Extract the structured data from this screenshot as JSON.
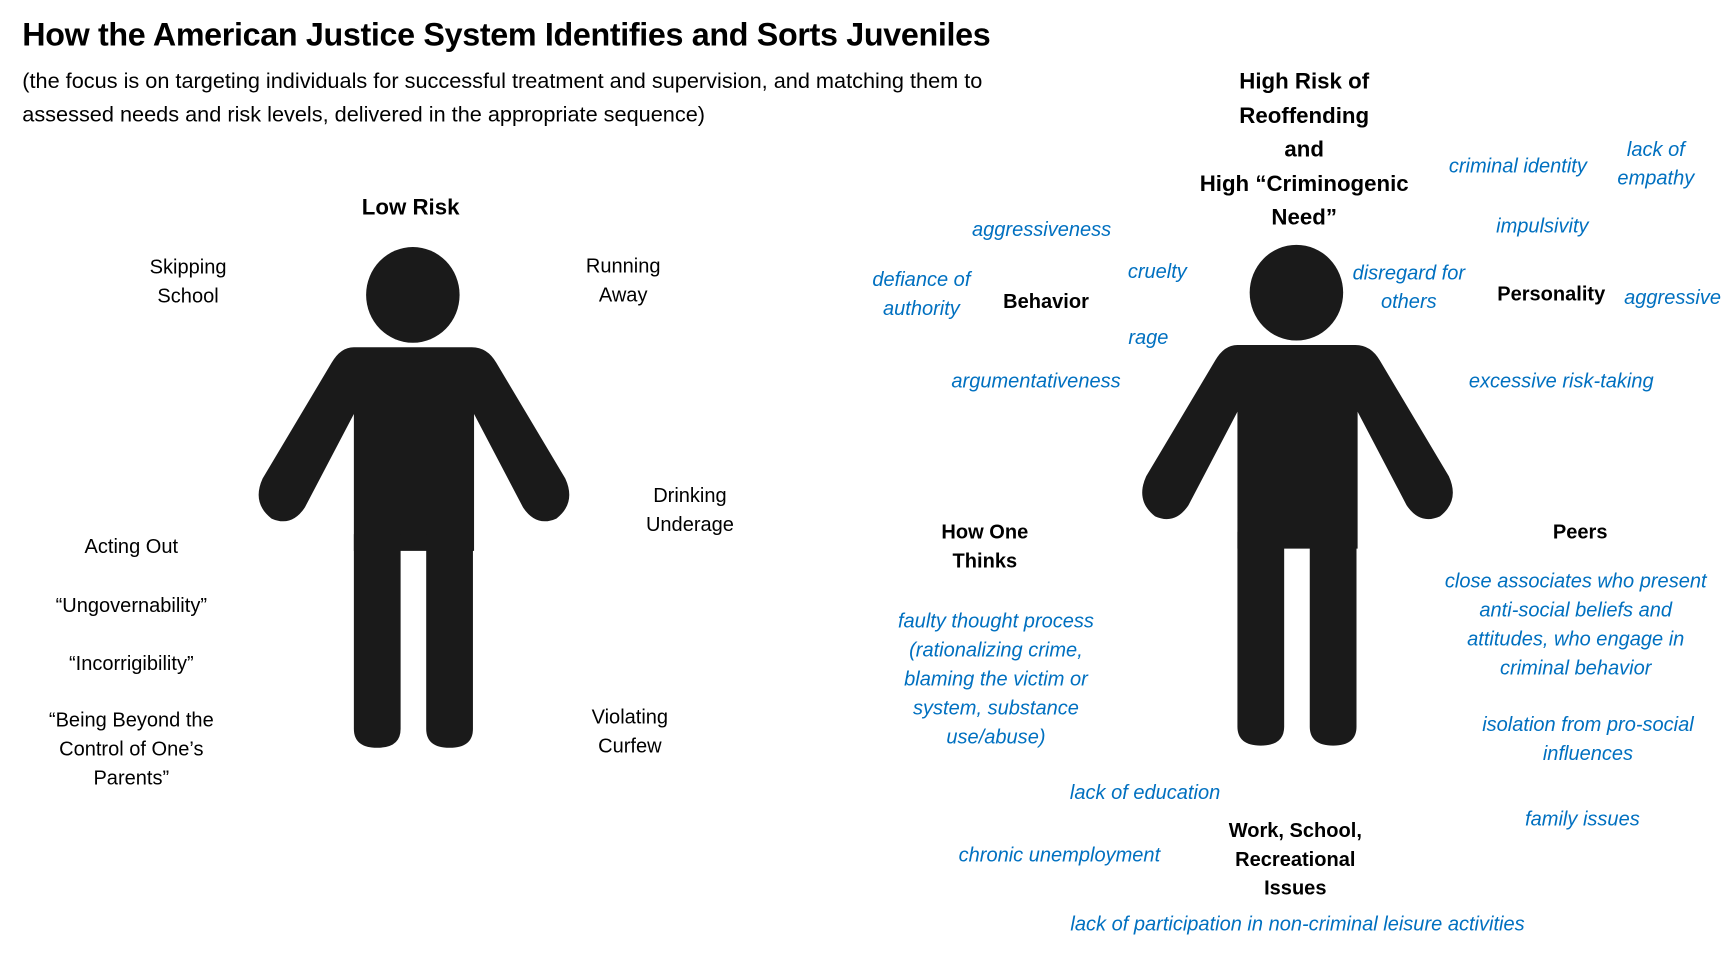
{
  "title": "How the American Justice System Identifies and Sorts Juveniles",
  "subtitle": "(the focus is on targeting individuals for successful treatment and supervision, and matching them to\nassessed needs and risk levels, delivered in the appropriate sequence)",
  "colors": {
    "text": "#000000",
    "accent": "#0070C0",
    "figure": "#1a1a1a"
  },
  "low_risk": {
    "heading": "Low Risk",
    "behaviors": [
      "Skipping\nSchool",
      "Running\nAway",
      "Drinking\nUnderage",
      "Acting Out",
      "“Ungovernability”",
      "“Incorrigibility”",
      "“Being Beyond the\nControl of One’s\nParents”",
      "Violating\nCurfew"
    ]
  },
  "high_risk": {
    "heading": "High Risk of\nReoffending\nand\nHigh “Criminogenic\nNeed”",
    "categories": {
      "behavior": {
        "label": "Behavior",
        "items": [
          "aggressiveness",
          "defiance of\nauthority",
          "cruelty",
          "rage",
          "argumentativeness"
        ]
      },
      "personality": {
        "label": "Personality",
        "items": [
          "criminal identity",
          "lack of\nempathy",
          "impulsivity",
          "disregard for\nothers",
          "aggressive",
          "excessive risk-taking"
        ]
      },
      "thinking": {
        "label": "How One\nThinks",
        "items": [
          "faulty thought process\n(rationalizing crime,\nblaming the victim or\nsystem, substance\nuse/abuse)"
        ]
      },
      "peers": {
        "label": "Peers",
        "items": [
          "close associates who present\nanti-social beliefs and\nattitudes, who engage in\ncriminal behavior",
          "isolation from pro-social\ninfluences",
          "family issues"
        ]
      },
      "work": {
        "label": "Work, School,\nRecreational\nIssues",
        "items": [
          "lack of education",
          "chronic unemployment",
          "lack of participation in non-criminal leisure activities"
        ]
      }
    }
  }
}
